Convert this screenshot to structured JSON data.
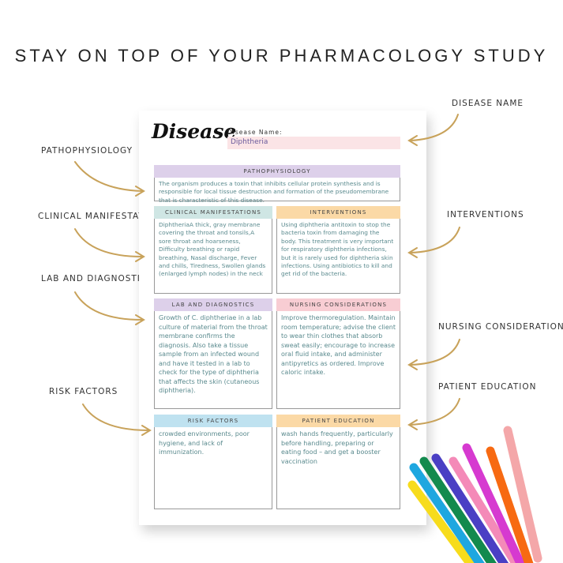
{
  "headline": "STAY ON TOP OF YOUR PHARMACOLOGY STUDY",
  "annotations": {
    "left": [
      "PATHOPHYSIOLOGY",
      "CLINICAL MANIFESTATIONS",
      "LAB AND DIAGNOSTICS",
      "RISK FACTORS"
    ],
    "right": [
      "DISEASE NAME",
      "INTERVENTIONS",
      "NURSING CONSIDERATIONS",
      "PATIENT EDUCATION"
    ]
  },
  "sheet": {
    "heading": "Disease",
    "disease_name_label": "Disease Name:",
    "disease_name": "Diphtheria",
    "sections": {
      "pathophysiology": {
        "title": "PATHOPHYSIOLOGY",
        "text": "The organism produces a toxin that inhibits cellular protein synthesis and is responsible for local tissue destruction and formation of the pseudomembrane that is characteristic of this disease.",
        "color": "#ddd0ea"
      },
      "clinical": {
        "title": "CLINICAL MANIFESTATIONS",
        "text": "DiphtheriaA thick, gray membrane covering the throat and tonsils,A sore throat and hoarseness, Difficulty breathing or rapid breathing, Nasal discharge, Fever and chills, Tiredness, Swollen glands (enlarged lymph nodes) in the neck",
        "color": "#cfe6e4"
      },
      "interventions": {
        "title": "INTERVENTIONS",
        "text": "Using diphtheria antitoxin to stop the bacteria toxin from damaging the body. This treatment is very important for respiratory diphtheria infections, but it is rarely used for diphtheria skin infections. Using antibiotics to kill and get rid of the bacteria.",
        "color": "#fbd9a6"
      },
      "lab": {
        "title": "LAB AND DIAGNOSTICS",
        "text": "Growth of C. diphtheriae in a lab culture of material from the throat membrane confirms the diagnosis. Also take a tissue sample from an infected wound and have it tested in a lab to check for the type of diphtheria that affects the skin (cutaneous diphtheria).",
        "color": "#ddd0ea"
      },
      "nursing": {
        "title": "NURSING CONSIDERATIONS",
        "text": "Improve thermoregulation. Maintain room temperature; advise the client to wear thin clothes that absorb sweat easily; encourage to increase oral fluid intake, and administer antipyretics as ordered. Improve caloric intake.",
        "color": "#f8cdd3"
      },
      "risk": {
        "title": "RISK FACTORS",
        "text": "crowded environments, poor hygiene, and lack of immunization.",
        "color": "#bfe2f0"
      },
      "education": {
        "title": "PATIENT EDUCATION",
        "text": "wash hands frequently, particularly before handling, preparing or eating food – and get a booster vaccination",
        "color": "#fbd9a6"
      }
    }
  },
  "colors": {
    "arrow": "#c8a25a",
    "markers": [
      "#f7dc1c",
      "#1ea7e0",
      "#138a4e",
      "#4a3fc4",
      "#f48ab8",
      "#d63ad0",
      "#f76a12",
      "#f4a7a9"
    ]
  }
}
